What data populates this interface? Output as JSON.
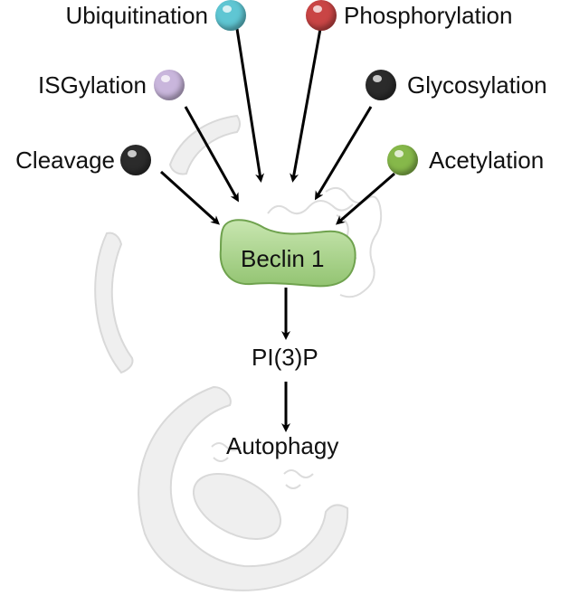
{
  "modifications": [
    {
      "id": "ubiquitination",
      "label": "Ubiquitination",
      "color": "#5fc6d3"
    },
    {
      "id": "phosphorylation",
      "label": "Phosphorylation",
      "color": "#c94545"
    },
    {
      "id": "isgylation",
      "label": "ISGylation",
      "color": "#c9b6dc"
    },
    {
      "id": "glycosylation",
      "label": "Glycosylation",
      "color": "#2b2b2b"
    },
    {
      "id": "cleavage",
      "label": "Cleavage",
      "color": "#2b2b2b"
    },
    {
      "id": "acetylation",
      "label": "Acetylation",
      "color": "#86b84a"
    }
  ],
  "center": {
    "label": "Beclin 1",
    "color": "#a9d18e"
  },
  "pathway": {
    "pi3p": "PI(3)P",
    "autophagy": "Autophagy"
  }
}
